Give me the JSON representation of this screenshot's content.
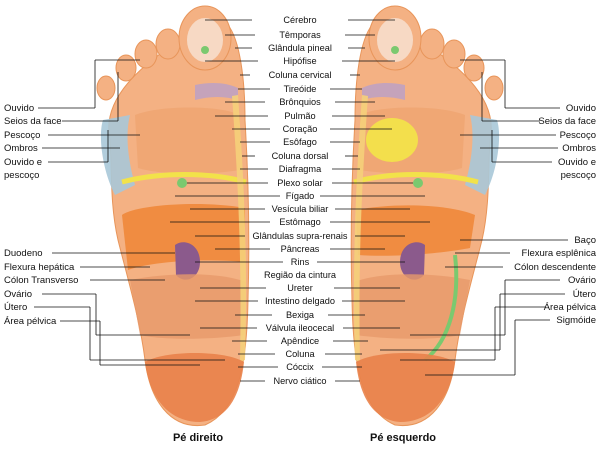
{
  "colors": {
    "skin": "#f4b183",
    "skin_dark": "#e8955a",
    "head_zone": "#f7d9c4",
    "sinus": "#e8896b",
    "shoulder": "#a8c8d8",
    "yellow": "#f2e24a",
    "green": "#7bc96f",
    "liver": "#f0883a",
    "kidney": "#8b5a8c",
    "intestine": "#e79a6a",
    "heel": "#e9824a",
    "spine": "#f5d07a",
    "purple": "#b9a0c9"
  },
  "center_labels": [
    "Cérebro",
    "Têmporas",
    "Glândula pineal",
    "Hipófise",
    "Coluna cervical",
    "Tireóide",
    "Brônquios",
    "Pulmão",
    "Coração",
    "Esôfago",
    "Coluna dorsal",
    "Diafragma",
    "Plexo solar",
    "Fígado",
    "Vesícula biliar",
    "Estômago",
    "Glândulas supra-renais",
    "Pâncreas",
    "Rins",
    "Região da cintura",
    "Ureter",
    "Intestino delgado",
    "Bexiga",
    "Válvula ileocecal",
    "Apêndice",
    "Coluna",
    "Cóccix",
    "Nervo ciático"
  ],
  "left_labels": [
    "Ouvido",
    "Seios da face",
    "Pescoço",
    "Ombros",
    "Ouvido e",
    "pescoço",
    "Duodeno",
    "Flexura hepática",
    "Cólon Transverso",
    "Ovário",
    "Útero",
    "Área pélvica"
  ],
  "right_labels": [
    "Ouvido",
    "Seios da face",
    "Pescoço",
    "Ombros",
    "Ouvido e",
    "pescoço",
    "Baço",
    "Flexura esplênica",
    "Cólon descendente",
    "Ovário",
    "Útero",
    "Área pélvica",
    "Sigmóide"
  ],
  "captions": {
    "right_foot": "Pé direito",
    "left_foot": "Pé esquerdo"
  }
}
